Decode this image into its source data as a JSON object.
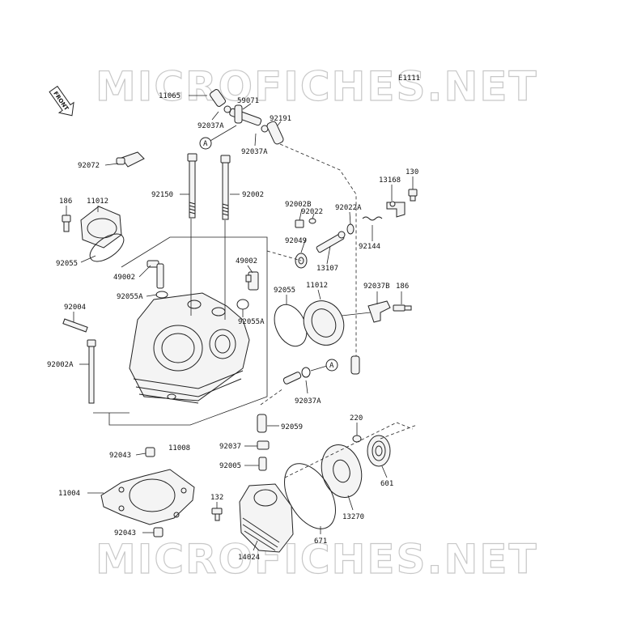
{
  "watermark": "MICROFICHES.NET",
  "diagram_code": "E1111",
  "front_label": "FRONT",
  "ref_marker": "A",
  "labels": {
    "p11065": "11065",
    "p59071": "59071",
    "p92037A_1": "92037A",
    "p92191": "92191",
    "p92037A_2": "92037A",
    "p92072": "92072",
    "p92150": "92150",
    "p92002": "92002",
    "p13168": "13168",
    "p130": "130",
    "p186_1": "186",
    "p11012_1": "11012",
    "p92002B": "92002B",
    "p92022": "92022",
    "p92022A": "92022A",
    "p92049": "92049",
    "p92144": "92144",
    "p92055_1": "92055",
    "p13107": "13107",
    "p49002_1": "49002",
    "p49002_2": "49002",
    "p92055A_1": "92055A",
    "p92055_2": "92055",
    "p11012_2": "11012",
    "p92037B": "92037B",
    "p186_2": "186",
    "p92004": "92004",
    "p92055A_2": "92055A",
    "p92002A": "92002A",
    "p92037A_3": "92037A",
    "p92059": "92059",
    "p11008": "11008",
    "p220": "220",
    "p92037": "92037",
    "p92043_1": "92043",
    "p92005": "92005",
    "p601": "601",
    "p11004": "11004",
    "p132": "132",
    "p13270": "13270",
    "p92043_2": "92043",
    "p671": "671",
    "p14024": "14024"
  }
}
